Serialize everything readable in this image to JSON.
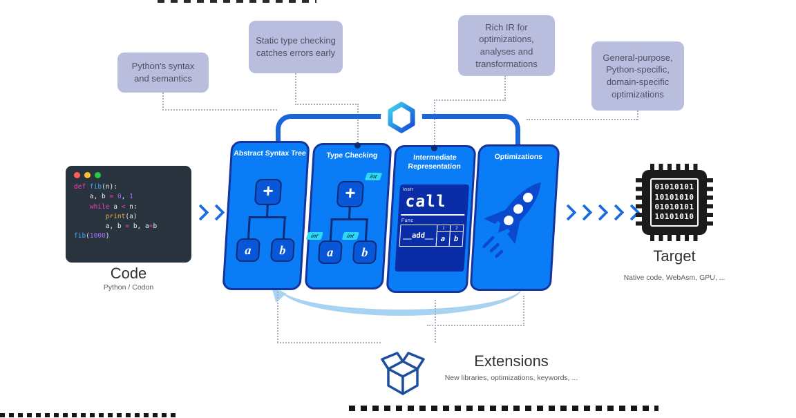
{
  "callouts": [
    {
      "text": "Python's syntax and semantics"
    },
    {
      "text": "Static type checking catches errors early"
    },
    {
      "text": "Rich IR for optimizations, analyses and transformations"
    },
    {
      "text": "General-purpose, Python-specific, domain-specific optimizations"
    }
  ],
  "code_window": {
    "label": "Code",
    "sublabel": "Python / Codon",
    "lines": [
      [
        {
          "c": "kw",
          "t": "def "
        },
        {
          "c": "fn",
          "t": "fib"
        },
        {
          "c": "pl",
          "t": "(n):"
        }
      ],
      [
        {
          "c": "pl",
          "t": "    a, b "
        },
        {
          "c": "op",
          "t": "= "
        },
        {
          "c": "num",
          "t": "0"
        },
        {
          "c": "pl",
          "t": ", "
        },
        {
          "c": "num",
          "t": "1"
        }
      ],
      [
        {
          "c": "kw",
          "t": "    while "
        },
        {
          "c": "pl",
          "t": "a "
        },
        {
          "c": "op",
          "t": "< "
        },
        {
          "c": "pl",
          "t": "n:"
        }
      ],
      [
        {
          "c": "bi",
          "t": "        print"
        },
        {
          "c": "pl",
          "t": "(a)"
        }
      ],
      [
        {
          "c": "pl",
          "t": "        a, b "
        },
        {
          "c": "op",
          "t": "= "
        },
        {
          "c": "pl",
          "t": "b, a"
        },
        {
          "c": "op",
          "t": "+"
        },
        {
          "c": "pl",
          "t": "b"
        }
      ],
      [
        {
          "c": "fn",
          "t": "fib"
        },
        {
          "c": "pl",
          "t": "("
        },
        {
          "c": "num",
          "t": "1000"
        },
        {
          "c": "pl",
          "t": ")"
        }
      ]
    ]
  },
  "stages": [
    {
      "title": "Abstract Syntax Tree",
      "tree": {
        "op": "+",
        "left": "a",
        "right": "b"
      }
    },
    {
      "title": "Type Checking",
      "tree": {
        "op": "+",
        "left": "a",
        "right": "b"
      },
      "tags": [
        "int",
        "int",
        "int"
      ]
    },
    {
      "title": "Intermediate Representation",
      "ir": {
        "instr_label": "Instr",
        "instruction": "call",
        "func_label": "Func",
        "func_name": "__add__",
        "args": [
          {
            "index": "1",
            "name": "a"
          },
          {
            "index": "2",
            "name": "b"
          }
        ]
      }
    },
    {
      "title": "Optimizations"
    }
  ],
  "target": {
    "label": "Target",
    "sublabel": "Native code, WebAsm, GPU, ...",
    "chip_lines": [
      "01010101",
      "10101010",
      "01010101",
      "10101010"
    ]
  },
  "extensions": {
    "label": "Extensions",
    "sublabel": "New libraries, optimizations, keywords, ..."
  },
  "colors": {
    "stage_blue": "#0a7cf5",
    "stage_border": "#16349c",
    "node_blue": "#0857d8",
    "accent_blue": "#1866d8",
    "ir_panel_navy": "#0a2ca6",
    "tag_cyan": "#2fd9f2",
    "callout_bg": "#b9bedf",
    "swoosh_blue": "#a8d2f2",
    "chip_black": "#1b1b1b",
    "code_bg": "#28333d"
  }
}
